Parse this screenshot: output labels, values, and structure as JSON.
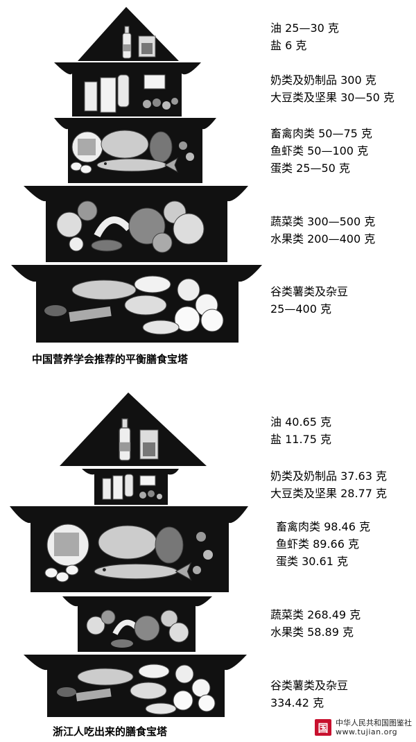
{
  "pyramid_recommended": {
    "caption": "中国营养学会推荐的平衡膳食宝塔",
    "tiers": [
      {
        "lines": [
          "油 25—30 克",
          "盐 6 克"
        ]
      },
      {
        "lines": [
          "奶类及奶制品 300 克",
          "大豆类及坚果 30—50 克"
        ]
      },
      {
        "lines": [
          "畜禽肉类 50—75 克",
          "鱼虾类 50—100 克",
          "蛋类 25—50 克"
        ]
      },
      {
        "lines": [
          "蔬菜类 300—500 克",
          "水果类 200—400 克"
        ]
      },
      {
        "lines": [
          "谷类薯类及杂豆",
          "25—400 克"
        ]
      }
    ]
  },
  "pyramid_zhejiang": {
    "caption": "浙江人吃出来的膳食宝塔",
    "tiers": [
      {
        "lines": [
          "油 40.65 克",
          "盐 11.75 克"
        ]
      },
      {
        "lines": [
          "奶类及奶制品 37.63 克",
          "大豆类及坚果 28.77 克"
        ]
      },
      {
        "lines": [
          "畜禽肉类 98.46 克",
          "鱼虾类 89.66 克",
          "蛋类 30.61 克"
        ]
      },
      {
        "lines": [
          "蔬菜类 268.49 克",
          "水果类 58.89 克"
        ]
      },
      {
        "lines": [
          "谷类薯类及杂豆",
          "334.42 克"
        ]
      }
    ]
  },
  "watermark": {
    "logo": "国",
    "name": "中华人民共和国图鉴社",
    "url": "www.tujian.org"
  }
}
